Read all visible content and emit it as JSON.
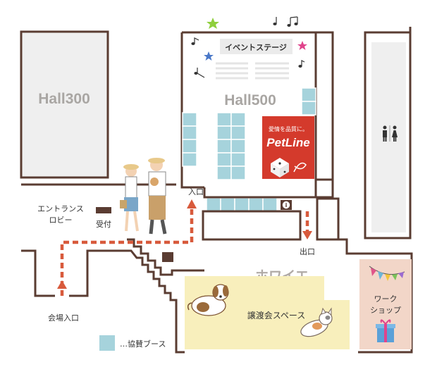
{
  "halls": {
    "hall300": "Hall300",
    "hall500": "Hall500"
  },
  "labels": {
    "event_stage": "イベントステージ",
    "foyer": "ホワイエ",
    "entrance_lobby_line1": "エントランス",
    "entrance_lobby_line2": "ロビー",
    "reception": "受付",
    "entrance_in": "入口",
    "exit_out": "出口",
    "venue_entrance": "会場入口",
    "adoption_space": "譲渡会スペース",
    "workshop_line1": "ワーク",
    "workshop_line2": "ショップ",
    "info_symbol": "i"
  },
  "sponsor_logo": {
    "tagline": "愛情を品質に。",
    "brand": "PetLine"
  },
  "legend": {
    "sponsor_booth": "…協賛ブース"
  },
  "colors": {
    "wall": "#5a3c32",
    "booth": "#a6d3dc",
    "route": "#d85a3c",
    "adoption_area": "#f8efbc",
    "workshop_area": "#f2d6c8",
    "hall_fill": "#efefef",
    "sponsor_red": "#d43a2c"
  },
  "icons": [
    "restroom-icon",
    "info-icon",
    "star-icon",
    "music-note-icon",
    "dog-icon",
    "cat-icon",
    "gift-icon",
    "bunting-icon",
    "dice-icon"
  ]
}
